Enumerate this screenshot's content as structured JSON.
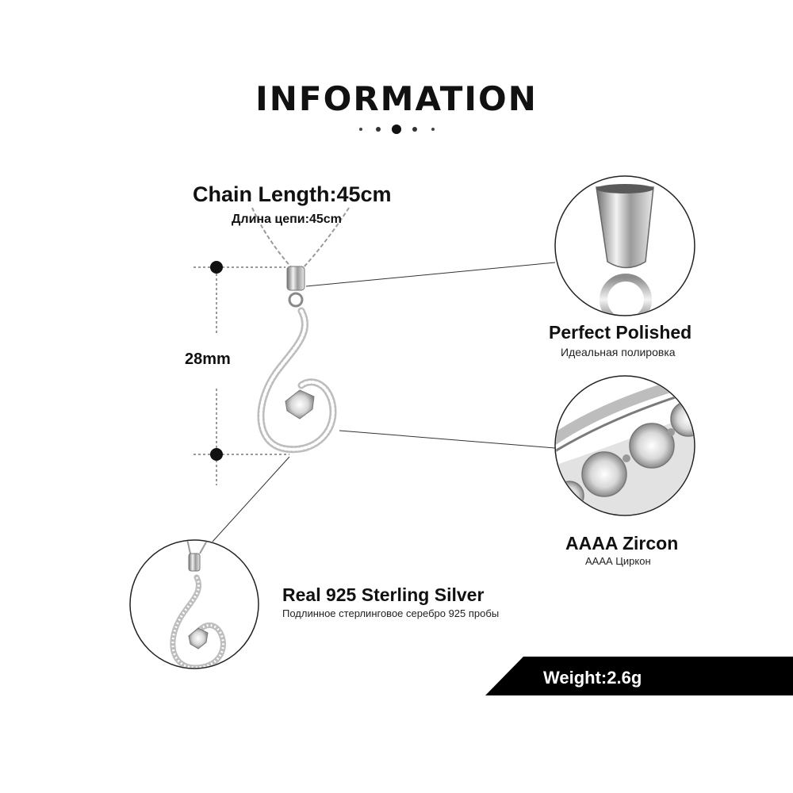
{
  "title": "INFORMATION",
  "chain": {
    "label_en": "Chain Length:45cm",
    "label_ru": "Длина цепи:45cm"
  },
  "pendant_size": "28mm",
  "features": {
    "polished": {
      "label_en": "Perfect  Polished",
      "label_ru": "Идеальная полировка"
    },
    "zircon": {
      "label_en": "AAAA Zircon",
      "label_ru": "АААА Циркон"
    },
    "silver": {
      "label_en": "Real 925  Sterling  Silver",
      "label_ru": "Подлинное стерлинговое серебро 925 пробы"
    }
  },
  "weight": "Weight:2.6g",
  "colors": {
    "text": "#111111",
    "banner": "#000000",
    "metal": "#c8c8c8",
    "background": "#ffffff"
  }
}
